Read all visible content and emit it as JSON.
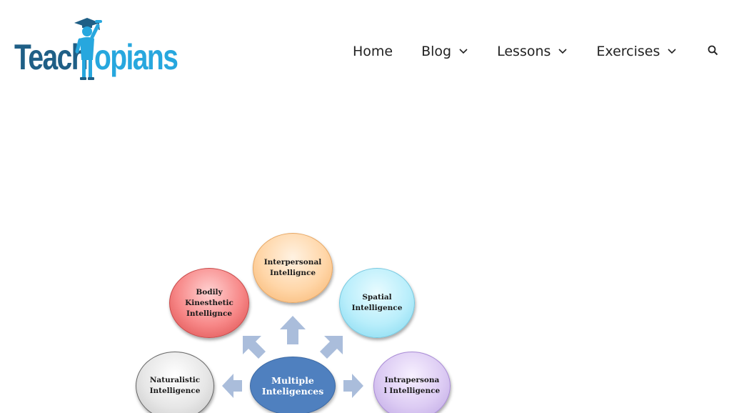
{
  "brand": {
    "logo_text_left": "Teach",
    "logo_text_right": "opians",
    "primary_color": "#1f5f86",
    "accent_color": "#27a7de"
  },
  "nav": {
    "items": [
      {
        "label": "Home",
        "has_dropdown": false
      },
      {
        "label": "Blog",
        "has_dropdown": true
      },
      {
        "label": "Lessons",
        "has_dropdown": true
      },
      {
        "label": "Exercises",
        "has_dropdown": true
      }
    ],
    "search_icon": "search-icon",
    "dropdown_icon": "chevron-down-icon"
  },
  "diagram": {
    "center": {
      "line1": "Multiple",
      "line2": "Inteligences"
    },
    "nodes": {
      "interpersonal": {
        "line1": "Interpersonal",
        "line2": "Intellignce"
      },
      "bodily": {
        "line1": "Bodily",
        "line2": "Kinesthetic",
        "line3": "Intellignce"
      },
      "spatial": {
        "line1": "Spatial",
        "line2": "Intelligence"
      },
      "naturalistic": {
        "line1": "Naturalistic",
        "line2": "Intelligence"
      },
      "intrapersonal": {
        "line1": "Intrapersona",
        "line2": "l Intelligence"
      }
    },
    "colors": {
      "center": "#4f80bf",
      "arrows": "#aabddb",
      "interpersonal": "#ffd6a8",
      "bodily": "#f78787",
      "spatial": "#b9eefb",
      "naturalistic": "#e6e6e6",
      "intrapersonal": "#dccbf3"
    }
  }
}
